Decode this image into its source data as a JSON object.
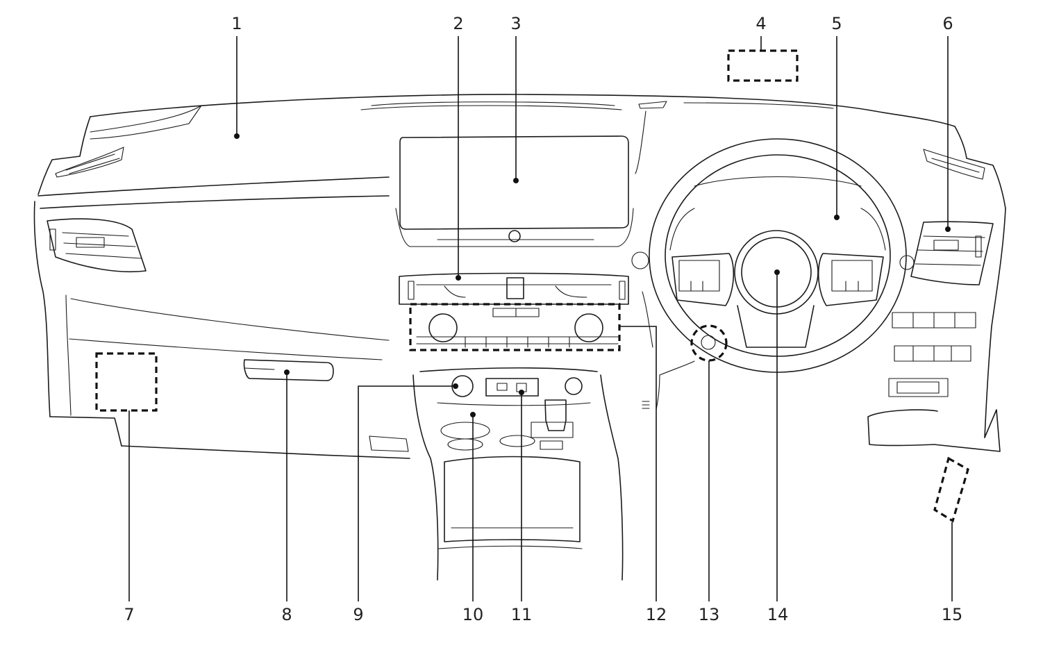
{
  "callouts": [
    {
      "id": "1",
      "label": "1"
    },
    {
      "id": "2",
      "label": "2"
    },
    {
      "id": "3",
      "label": "3"
    },
    {
      "id": "4",
      "label": "4"
    },
    {
      "id": "5",
      "label": "5"
    },
    {
      "id": "6",
      "label": "6"
    },
    {
      "id": "7",
      "label": "7"
    },
    {
      "id": "8",
      "label": "8"
    },
    {
      "id": "9",
      "label": "9"
    },
    {
      "id": "10",
      "label": "10"
    },
    {
      "id": "11",
      "label": "11"
    },
    {
      "id": "12",
      "label": "12"
    },
    {
      "id": "13",
      "label": "13"
    },
    {
      "id": "14",
      "label": "14"
    },
    {
      "id": "15",
      "label": "15"
    }
  ],
  "icons": {
    "steering-wheel": "steering-wheel-icon",
    "touch-display": "display-icon",
    "climate-control": "climate-control-icon",
    "air-vent": "air-vent-icon",
    "gear-selector": "gear-lever-icon"
  }
}
